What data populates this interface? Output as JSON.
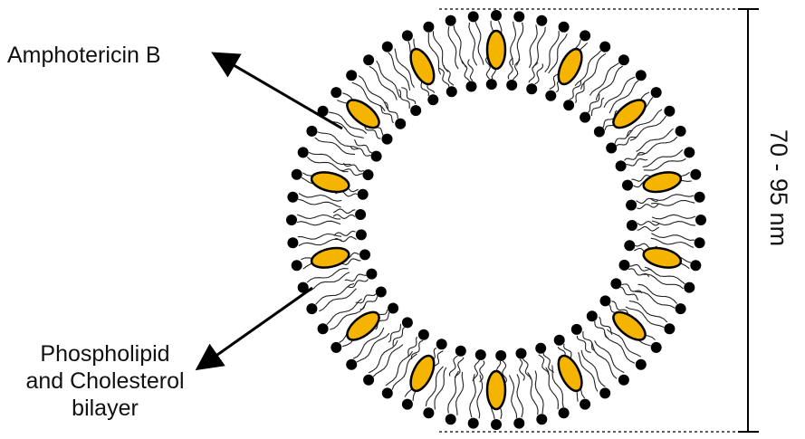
{
  "labels": {
    "drug": "Amphotericin B",
    "bilayer_line1": "Phospholipid",
    "bilayer_line2": "and Cholesterol",
    "bilayer_line3": "bilayer",
    "size": "70 - 95 nm"
  },
  "colors": {
    "head": "#000000",
    "tail": "#222222",
    "drug_fill": "#f5b400",
    "drug_stroke": "#000000",
    "arrow": "#000000"
  },
  "structure": {
    "lipids_per_leaflet_outer": 56,
    "lipids_per_leaflet_inner": 42,
    "drug_molecules": 14
  }
}
